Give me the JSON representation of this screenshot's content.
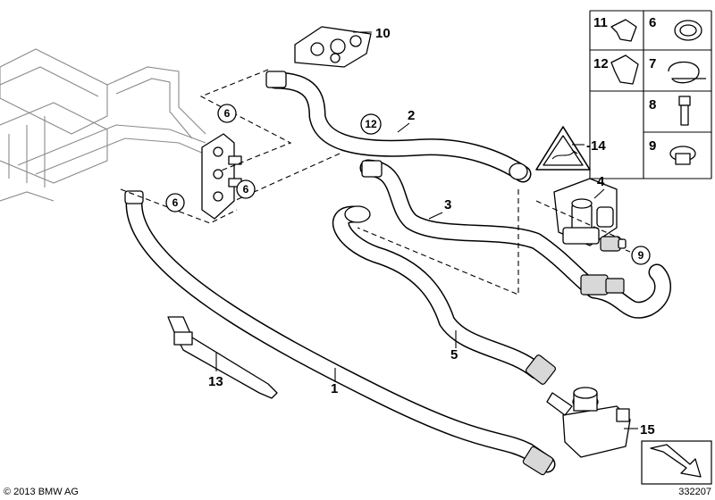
{
  "labels": {
    "p1": "1",
    "p2": "2",
    "p3": "3",
    "p4": "4",
    "p5": "5",
    "p6a": "6",
    "p6b": "6",
    "p6c": "6",
    "p9": "9",
    "p10": "10",
    "p12c": "12",
    "p13": "13",
    "p14": "14",
    "p15": "15"
  },
  "legend": {
    "r11": "11",
    "r6": "6",
    "r12": "12",
    "r7": "7",
    "r8": "8",
    "r9": "9"
  },
  "footer": {
    "copyright": "© 2013 BMW AG",
    "diagram_no": "332207"
  }
}
